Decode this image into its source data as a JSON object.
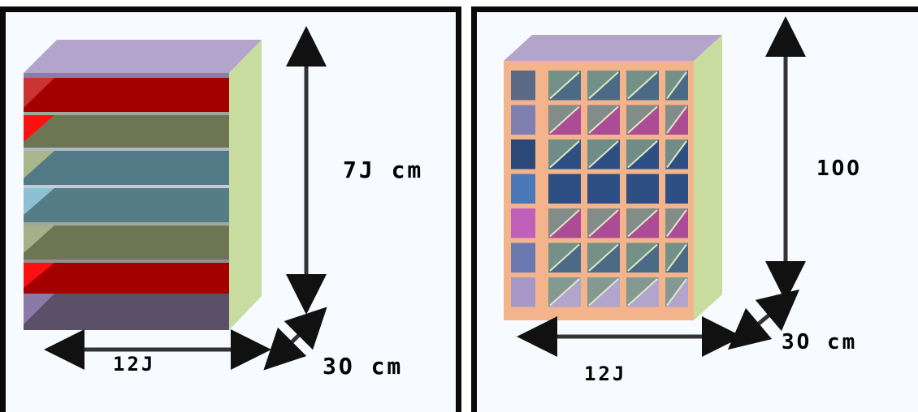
{
  "left_panel": {
    "height_label": "7J cm",
    "width_label": "12J",
    "depth_label": "3O cm"
  },
  "right_panel": {
    "height_label": "1OO",
    "width_label": "12J",
    "depth_label": "3O cm"
  },
  "colors": {
    "top": "#b3a4cc",
    "side": "#c9dca0",
    "red_shelf": "#a40000",
    "olive_shelf": "#6d7654",
    "teal_shelf": "#527a86",
    "frame": "#f3b48c",
    "magenta_cell": "#ac4c94",
    "navy_cell": "#2e4f84",
    "slate_cell": "#4a6a86",
    "sage_cell": "#7a9886"
  }
}
